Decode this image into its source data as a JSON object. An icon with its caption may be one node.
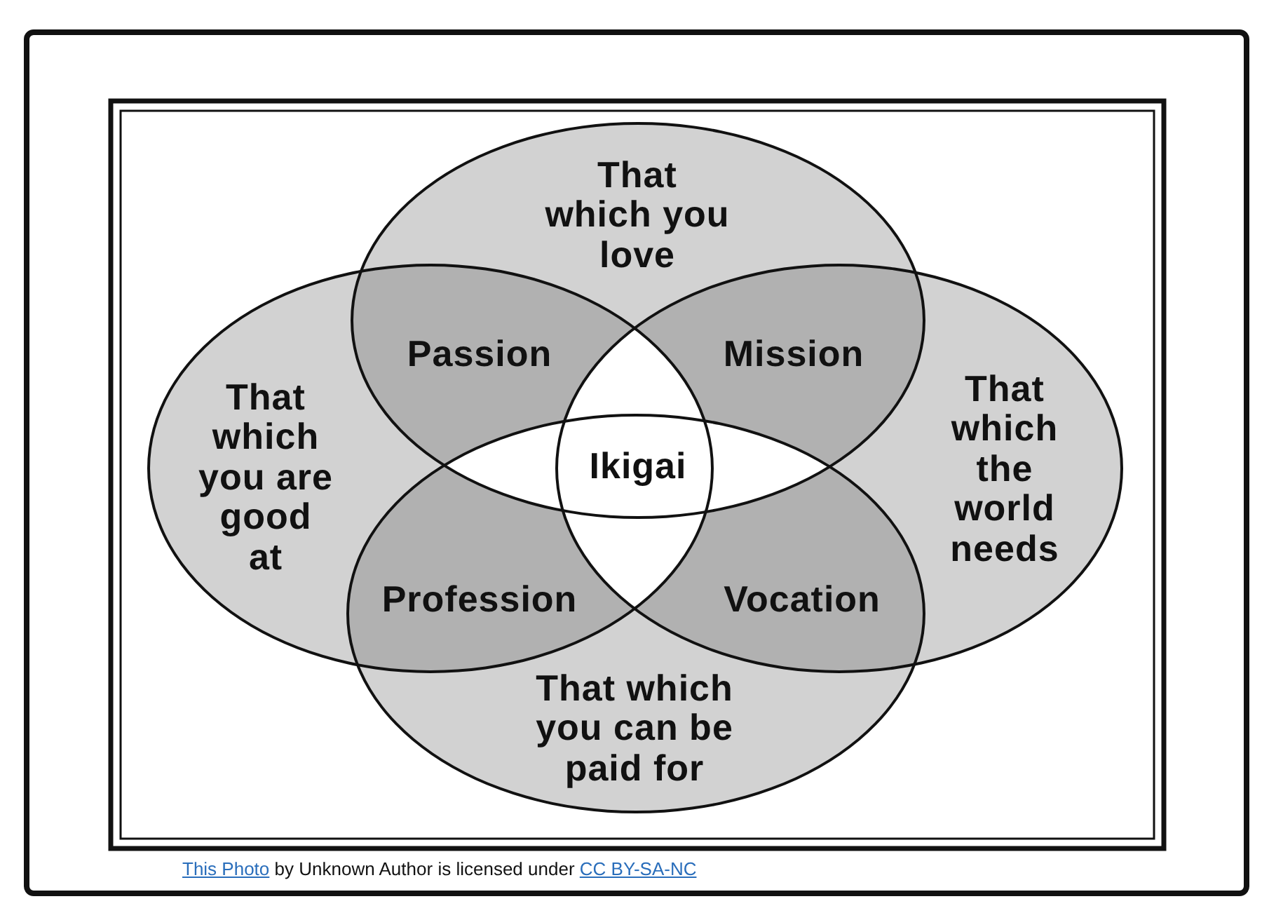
{
  "diagram": {
    "caption": "This Photo by Unknown Author is licensed under CC BY-SA-NC",
    "nodes": [
      {
        "text": [
          "That which you love"
        ]
      },
      {
        "text": [
          "That which you are good at"
        ]
      },
      {
        "text": [
          "That which the world needs"
        ]
      },
      {
        "text": [
          "That which you can be paid for"
        ]
      },
      {
        "text": [
          "Passion"
        ]
      },
      {
        "text": [
          "Mission"
        ]
      },
      {
        "text": [
          "Ikigai"
        ]
      },
      {
        "text": [
          "Profession"
        ]
      },
      {
        "text": [
          "Vocation"
        ]
      }
    ]
  }
}
